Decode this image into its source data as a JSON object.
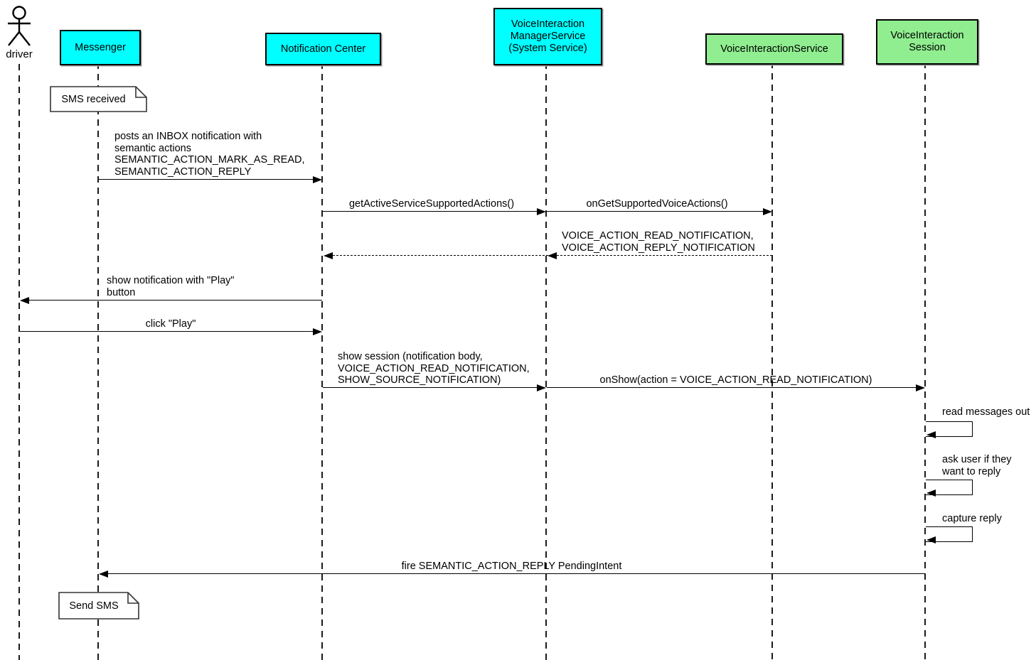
{
  "diagram_type": "uml-sequence",
  "participants": [
    {
      "id": "driver",
      "kind": "actor",
      "label": "driver"
    },
    {
      "id": "messenger",
      "kind": "box",
      "label": "Messenger",
      "fill": "#00FFFF"
    },
    {
      "id": "notification-center",
      "kind": "box",
      "label": "Notification Center",
      "fill": "#00FFFF"
    },
    {
      "id": "voice-interaction-manager-service",
      "kind": "box",
      "lines": [
        "VoiceInteraction",
        "ManagerService",
        "(System Service)"
      ],
      "fill": "#00FFFF"
    },
    {
      "id": "voice-interaction-service",
      "kind": "box",
      "label": "VoiceInteractionService",
      "fill": "#90EE90"
    },
    {
      "id": "voice-interaction-session",
      "kind": "box",
      "lines": [
        "VoiceInteraction",
        "Session"
      ],
      "fill": "#90EE90"
    }
  ],
  "notes": [
    {
      "label": "SMS received",
      "attached_to": "Messenger"
    },
    {
      "label": "Send SMS",
      "attached_to": "Messenger"
    }
  ],
  "messages": [
    {
      "from": "Messenger",
      "to": "Notification Center",
      "style": "solid",
      "lines": [
        "posts an INBOX notification with",
        "semantic actions",
        "SEMANTIC_ACTION_MARK_AS_READ,",
        "SEMANTIC_ACTION_REPLY"
      ]
    },
    {
      "from": "Notification Center",
      "to": "VoiceInteractionManagerService",
      "style": "solid",
      "label": "getActiveServiceSupportedActions()"
    },
    {
      "from": "VoiceInteractionManagerService",
      "to": "VoiceInteractionService",
      "style": "solid",
      "label": "onGetSupportedVoiceActions()"
    },
    {
      "from": "VoiceInteractionService",
      "to": "Notification Center",
      "style": "dashed-return",
      "lines": [
        "VOICE_ACTION_READ_NOTIFICATION,",
        "VOICE_ACTION_REPLY_NOTIFICATION"
      ]
    },
    {
      "from": "Notification Center",
      "to": "driver",
      "style": "solid",
      "lines": [
        "show notification with \"Play\"",
        "button"
      ]
    },
    {
      "from": "driver",
      "to": "Notification Center",
      "style": "solid",
      "label": "click \"Play\""
    },
    {
      "from": "Notification Center",
      "to": "VoiceInteractionManagerService",
      "style": "solid",
      "lines": [
        "show session (notification body,",
        "VOICE_ACTION_READ_NOTIFICATION,",
        "SHOW_SOURCE_NOTIFICATION)"
      ]
    },
    {
      "from": "VoiceInteractionManagerService",
      "to": "VoiceInteractionSession",
      "style": "solid",
      "label": "onShow(action = VOICE_ACTION_READ_NOTIFICATION)"
    },
    {
      "from": "VoiceInteractionSession",
      "to": "VoiceInteractionSession",
      "style": "self",
      "label": "read messages out"
    },
    {
      "from": "VoiceInteractionSession",
      "to": "VoiceInteractionSession",
      "style": "self",
      "lines": [
        "ask user if they",
        "want to reply"
      ]
    },
    {
      "from": "VoiceInteractionSession",
      "to": "VoiceInteractionSession",
      "style": "self",
      "label": "capture reply"
    },
    {
      "from": "VoiceInteractionSession",
      "to": "Messenger",
      "style": "solid",
      "label": "fire SEMANTIC_ACTION_REPLY PendingIntent"
    }
  ],
  "colors": {
    "participant_cyan": "#00FFFF",
    "participant_green": "#90EE90",
    "line": "#000000",
    "background": "#FFFFFF"
  }
}
